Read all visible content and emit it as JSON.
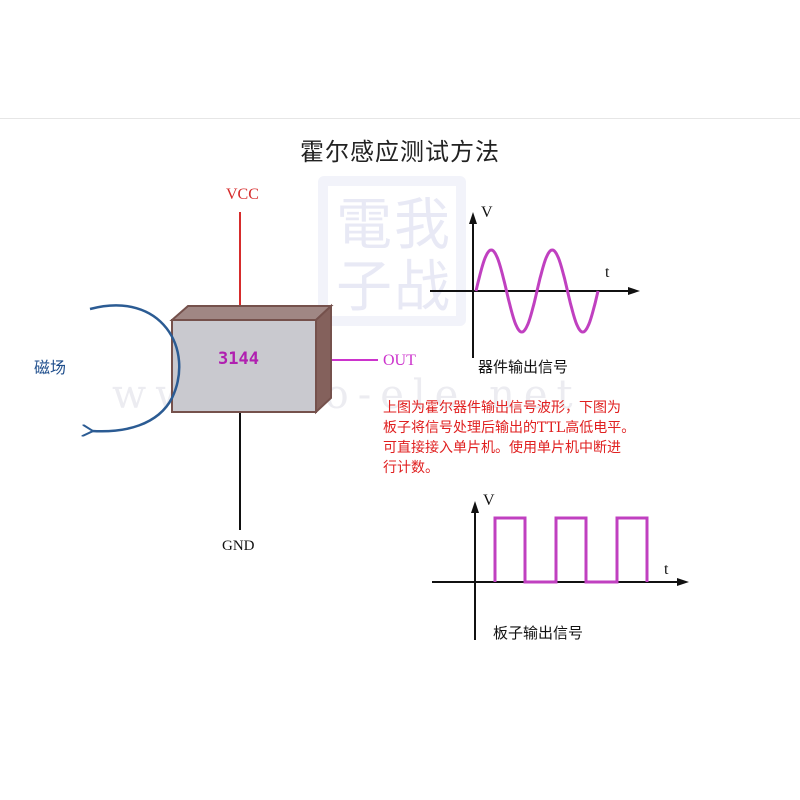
{
  "title": "霍尔感应测试方法",
  "sensor": {
    "part_number": "3144",
    "pin_vcc": "VCC",
    "pin_out": "OUT",
    "pin_gnd": "GND",
    "field_label": "磁场"
  },
  "graph_top": {
    "y_axis": "V",
    "x_axis": "t",
    "caption": "器件输出信号",
    "waveform": "sine",
    "cycles": 2
  },
  "graph_bottom": {
    "y_axis": "V",
    "x_axis": "t",
    "caption": "板子输出信号",
    "waveform": "square",
    "pulses": 3
  },
  "description": [
    "上图为霍尔器件输出信号波形，下图为",
    "板子将信号处理后输出的TTL高低电平。",
    "可直接接入单片机。使用单片机中断进",
    "行计数。"
  ],
  "watermark": {
    "glyphs": [
      "電",
      "我",
      "子",
      "战"
    ],
    "url": "www.aoo-ele.net"
  },
  "colors": {
    "vcc_wire": "#d62c2c",
    "out_wire": "#cc33cc",
    "gnd_wire": "#000000",
    "signal": "#c040c0",
    "description_text": "#e02020",
    "field_arrow": "#2b5b93",
    "label_blue": "#1f4e8c",
    "chip_face": "#c9c9cf",
    "chip_edge": "#75514c",
    "chip_text": "#b020b0"
  }
}
